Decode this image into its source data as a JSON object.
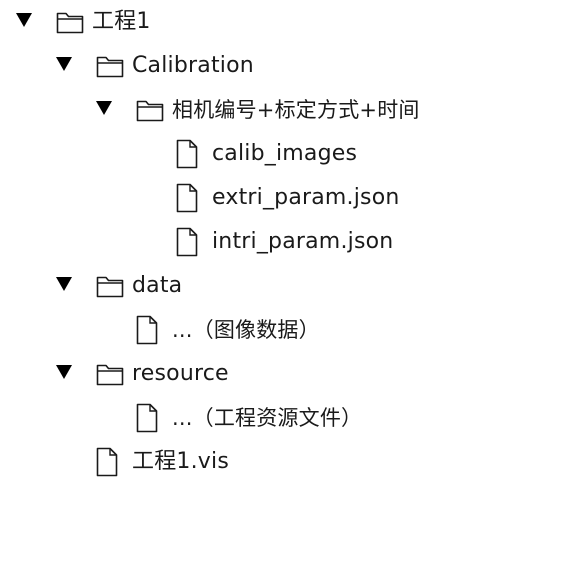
{
  "tree": {
    "root": {
      "label": "工程1",
      "children": {
        "calibration": {
          "label": "Calibration",
          "sub": {
            "label": "相机编号+标定方式+时间",
            "files": [
              "calib_images",
              "extri_param.json",
              "intri_param.json"
            ]
          }
        },
        "data": {
          "label": "data",
          "file": "...（图像数据）"
        },
        "resource": {
          "label": "resource",
          "file": "...（工程资源文件）"
        },
        "vis_file": "工程1.vis"
      }
    }
  },
  "icons": {
    "toggle": "triangle-down-icon",
    "folder": "folder-icon",
    "file": "file-icon"
  }
}
